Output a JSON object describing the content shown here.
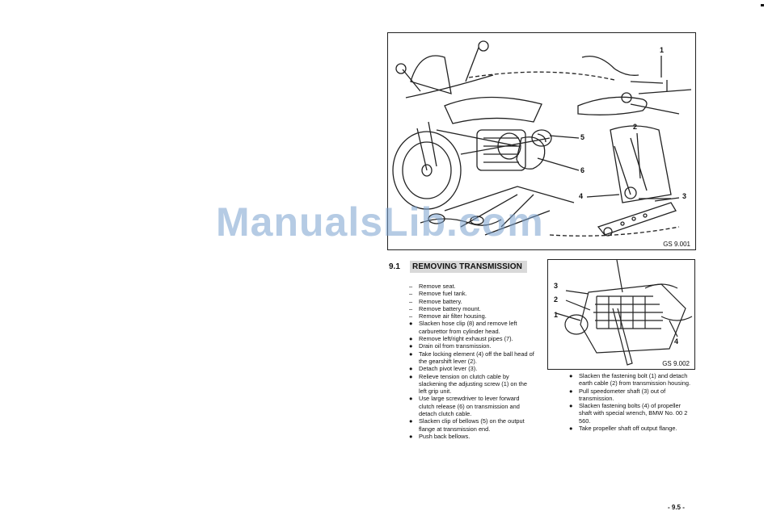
{
  "watermark": "ManualsLib.com",
  "figure_main": {
    "code": "GS 9.001",
    "callouts": [
      "1",
      "2",
      "3",
      "4",
      "5",
      "6"
    ]
  },
  "figure_small": {
    "code": "GS 9.002",
    "callouts": [
      "1",
      "2",
      "3",
      "4"
    ]
  },
  "section": {
    "number": "9.1",
    "title": "REMOVING TRANSMISSION"
  },
  "steps_left": [
    {
      "marker": "–",
      "text": "Remove seat."
    },
    {
      "marker": "–",
      "text": "Remove fuel tank."
    },
    {
      "marker": "–",
      "text": "Remove battery."
    },
    {
      "marker": "–",
      "text": "Remove battery mount."
    },
    {
      "marker": "–",
      "text": "Remove air filter housing."
    },
    {
      "marker": "●",
      "text": "Slacken hose clip (8) and remove left carburettor from cylinder head."
    },
    {
      "marker": "●",
      "text": "Remove left/right exhaust pipes (7)."
    },
    {
      "marker": "●",
      "text": "Drain oil from transmission."
    },
    {
      "marker": "●",
      "text": "Take locking element (4) off the ball head of the gearshift lever (2)."
    },
    {
      "marker": "●",
      "text": "Detach pivot lever (3)."
    },
    {
      "marker": "●",
      "text": "Relieve tension on clutch cable by slackening the adjusting screw (1) on the left grip unit."
    },
    {
      "marker": "●",
      "text": "Use large screwdriver to lever forward clutch release (6) on transmission and detach clutch cable."
    },
    {
      "marker": "●",
      "text": "Slacken clip of bellows (5) on the output flange at transmission end."
    },
    {
      "marker": "●",
      "text": "Push back bellows."
    }
  ],
  "steps_right": [
    {
      "marker": "●",
      "text": "Slacken the fastening bolt (1) and detach earth cable (2) from transmission housing."
    },
    {
      "marker": "●",
      "text": "Pull speedometer shaft (3) out of transmission."
    },
    {
      "marker": "●",
      "text": "Slacken fastening bolts (4) of propeller shaft with special wrench, BMW No. 00 2 560."
    },
    {
      "marker": "●",
      "text": "Take propeller shaft off output flange."
    }
  ],
  "page_number": "- 9.5 -"
}
